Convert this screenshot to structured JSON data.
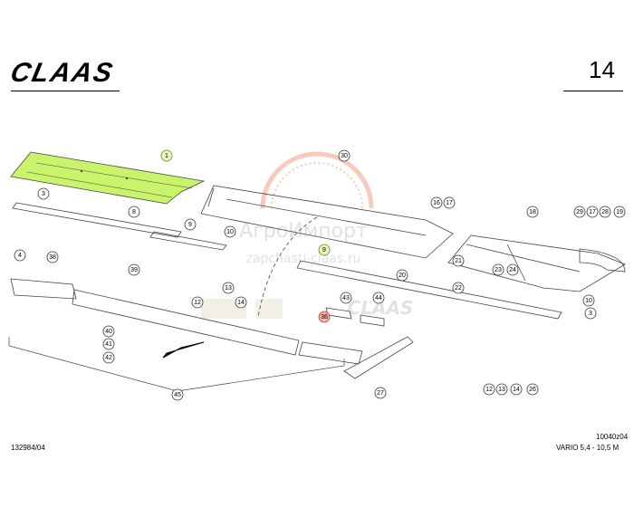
{
  "header": {
    "brand": "CLAAS",
    "page_number": "14"
  },
  "watermark": {
    "line1": "АгроИмпорт",
    "line2": "zapchasti-claas.ru",
    "brand": "CLAAS"
  },
  "footer": {
    "drawing_number": "132984/04",
    "sheet_code": "10040z04",
    "model": "VARIO 5,4 - 10,5 M"
  },
  "colors": {
    "highlight_fill": "#c8f36a",
    "highlight_callout": "#e8f5c0",
    "selected_callout": "#f3b2ac",
    "watermark_gear": "#f4a08a"
  },
  "callouts": [
    {
      "id": "1",
      "highlight": true
    },
    {
      "id": "3"
    },
    {
      "id": "8"
    },
    {
      "id": "9"
    },
    {
      "id": "10"
    },
    {
      "id": "4"
    },
    {
      "id": "38"
    },
    {
      "id": "39"
    },
    {
      "id": "12"
    },
    {
      "id": "13"
    },
    {
      "id": "14"
    },
    {
      "id": "40"
    },
    {
      "id": "41"
    },
    {
      "id": "42"
    },
    {
      "id": "45"
    },
    {
      "id": "30"
    },
    {
      "id": "16"
    },
    {
      "id": "17"
    },
    {
      "id": "9",
      "highlight": true
    },
    {
      "id": "21"
    },
    {
      "id": "20"
    },
    {
      "id": "22"
    },
    {
      "id": "23"
    },
    {
      "id": "24"
    },
    {
      "id": "43"
    },
    {
      "id": "44"
    },
    {
      "id": "36",
      "selected": true
    },
    {
      "id": "27"
    },
    {
      "id": "18"
    },
    {
      "id": "29"
    },
    {
      "id": "17"
    },
    {
      "id": "28"
    },
    {
      "id": "19"
    },
    {
      "id": "10"
    },
    {
      "id": "3"
    },
    {
      "id": "12"
    },
    {
      "id": "13"
    },
    {
      "id": "14"
    },
    {
      "id": "26"
    }
  ]
}
